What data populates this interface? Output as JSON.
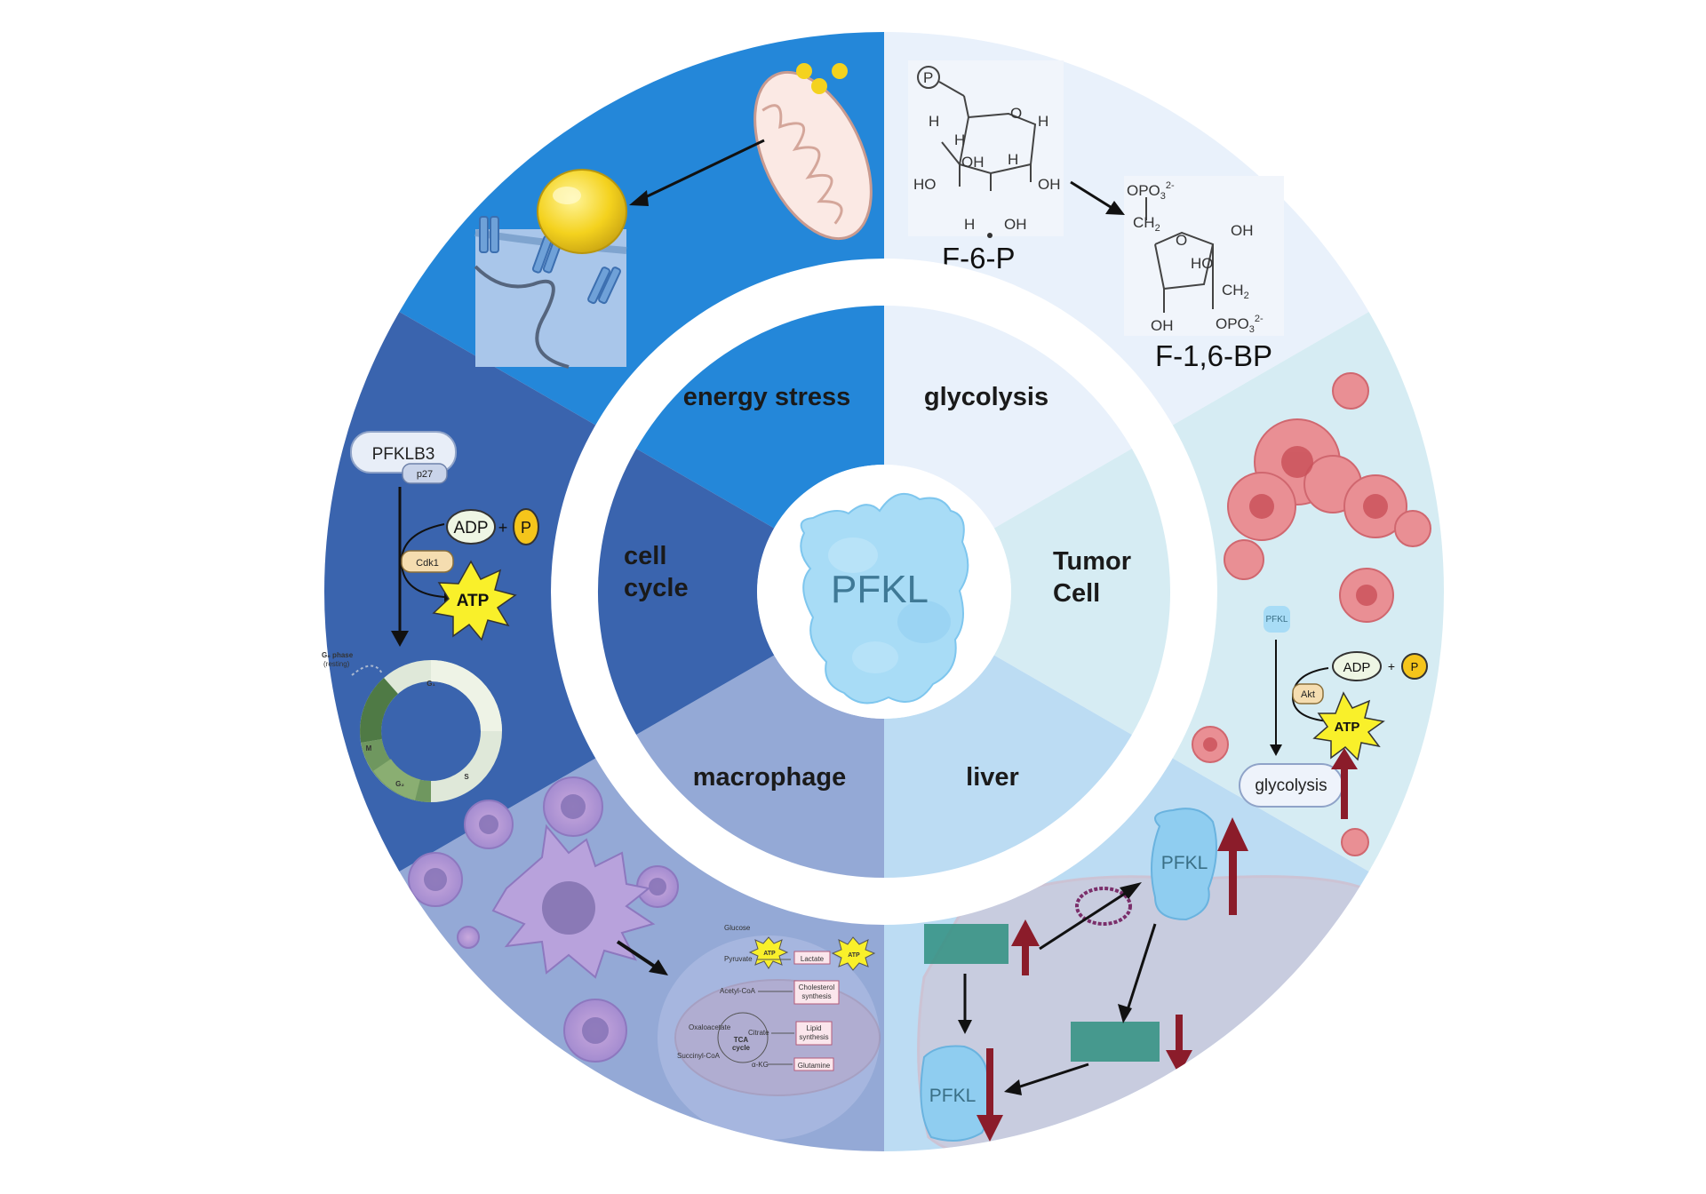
{
  "center": {
    "label": "PFKL"
  },
  "segments": {
    "energy_stress": "energy stress",
    "glycolysis": "glycolysis",
    "tumor": [
      "Tumor",
      "Cell"
    ],
    "liver": "liver",
    "macrophage": "macrophage",
    "cell_cycle": [
      "cell",
      "cycle"
    ]
  },
  "glycolysis_panel": {
    "f6p_label": "F-6-P",
    "f16bp_label": "F-1,6-BP",
    "f6p_atoms": {
      "p": "P",
      "h": "H",
      "o": "O",
      "oh": "OH",
      "ho": "HO"
    },
    "f16bp_atoms": {
      "opo3": "OPO",
      "sub3": "3",
      "sup2": "2-",
      "ch2": "CH",
      "sub2": "2",
      "o": "O",
      "oh": "OH",
      "ho": "HO"
    }
  },
  "cell_cycle_panel": {
    "pfklb3": "PFKLB3",
    "p27": "p27",
    "adp": "ADP",
    "plus": "+",
    "p": "P",
    "cdk1": "Cdk1",
    "atp": "ATP",
    "g0_phase": "G₀ phase",
    "resting": "(resting)",
    "g1": "G₁",
    "s": "S",
    "g2": "G₂",
    "m": "M"
  },
  "tumor_panel": {
    "pfkl": "PFKL",
    "adp": "ADP",
    "plus": "+",
    "p": "P",
    "akt": "Akt",
    "atp": "ATP",
    "glycolysis": "glycolysis"
  },
  "liver_panel": {
    "pfkl_top": "PFKL",
    "pfkl_bottom": "PFKL"
  },
  "macrophage_panel": {
    "glucose": "Glucose",
    "atp1": "ATP",
    "pyruvate": "Pyruvate",
    "lactate": "Lactate",
    "acetyl_coa": "Acetyl-CoA",
    "cholesterol": [
      "Cholesterol",
      "synthesis"
    ],
    "oxaloacetate": "Oxaloacetate",
    "citrate": "Citrate",
    "lipid": [
      "Lipid",
      "synthesis"
    ],
    "tca": [
      "TCA",
      "cycle"
    ],
    "succinyl": "Succinyl-CoA",
    "akg": "α-KG",
    "glutamine": "Glutamine",
    "atp2": "ATP"
  },
  "colors": {
    "energy_stress": "#2487d9",
    "glycolysis": "#e9f1fb",
    "tumor": "#d6ecf3",
    "liver": "#bcdcf3",
    "macrophage": "#94a9d6",
    "cell_cycle": "#3a64ae",
    "pfkl_protein": "#a8dcf6",
    "dark_red": "#8b1c2a"
  }
}
